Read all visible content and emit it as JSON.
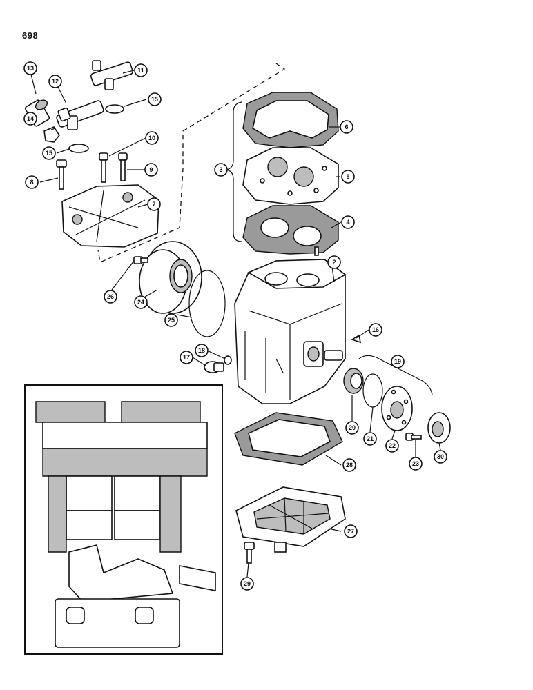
{
  "page": {
    "number": "698"
  },
  "callouts": [
    {
      "id": "c2",
      "label": "2"
    },
    {
      "id": "c3",
      "label": "3"
    },
    {
      "id": "c4",
      "label": "4"
    },
    {
      "id": "c5",
      "label": "5"
    },
    {
      "id": "c6",
      "label": "6"
    },
    {
      "id": "c7",
      "label": "7"
    },
    {
      "id": "c8",
      "label": "8"
    },
    {
      "id": "c9",
      "label": "9"
    },
    {
      "id": "c10",
      "label": "10"
    },
    {
      "id": "c11",
      "label": "11"
    },
    {
      "id": "c12",
      "label": "12"
    },
    {
      "id": "c13",
      "label": "13"
    },
    {
      "id": "c14",
      "label": "14"
    },
    {
      "id": "c15a",
      "label": "15"
    },
    {
      "id": "c15b",
      "label": "15"
    },
    {
      "id": "c16",
      "label": "16"
    },
    {
      "id": "c17",
      "label": "17"
    },
    {
      "id": "c18",
      "label": "18"
    },
    {
      "id": "c19",
      "label": "19"
    },
    {
      "id": "c20",
      "label": "20"
    },
    {
      "id": "c21",
      "label": "21"
    },
    {
      "id": "c22",
      "label": "22"
    },
    {
      "id": "c23",
      "label": "23"
    },
    {
      "id": "c24",
      "label": "24"
    },
    {
      "id": "c25",
      "label": "25"
    },
    {
      "id": "c26",
      "label": "26"
    },
    {
      "id": "c27",
      "label": "27"
    },
    {
      "id": "c28",
      "label": "28"
    },
    {
      "id": "c29",
      "label": "29"
    },
    {
      "id": "c30",
      "label": "30"
    }
  ]
}
